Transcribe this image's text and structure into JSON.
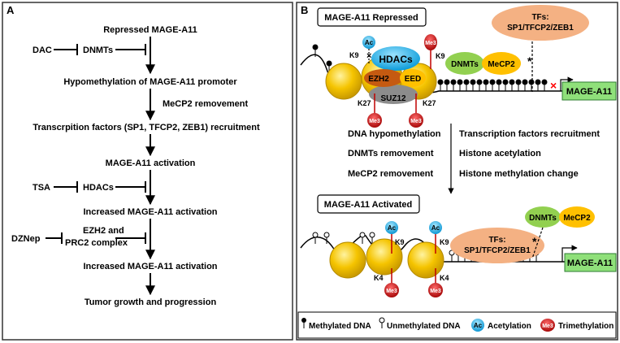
{
  "panel_a": {
    "label": "A",
    "steps": [
      "Repressed MAGE-A11",
      "Hypomethylation of  MAGE-A11 promoter",
      "Transcrpition factors (SP1, TFCP2, ZEB1) recruitment",
      "MAGE-A11 activation",
      "Increased MAGE-A11 activation",
      "Increased MAGE-A11 activation",
      "Tumor growth and progression"
    ],
    "side_labels": {
      "dac": "DAC",
      "dnmts": "DNMTs",
      "mecp2_removement": "MeCP2 removement",
      "tsa": "TSA",
      "hdacs": "HDACs",
      "dznep": "DZNep",
      "ezh2_line1": "EZH2 and",
      "ezh2_line2": "PRC2 complex"
    }
  },
  "panel_b": {
    "label": "B",
    "repressed_title": "MAGE-A11 Repressed",
    "activated_title": "MAGE-A11 Activated",
    "tfs_line1": "TFs:",
    "tfs_line2": "SP1/TFCP2/ZEB1",
    "gene": "MAGE-A11",
    "hdacs": "HDACs",
    "ezh2": "EZH2",
    "eed": "EED",
    "suz12": "SUZ12",
    "dnmts": "DNMTs",
    "mecp2": "MeCP2",
    "ac": "Ac",
    "me3": "Me3",
    "k9": "K9",
    "k27": "K27",
    "k4": "K4",
    "changes_left": [
      "DNA hypomethylation",
      "DNMTs removement",
      "MeCP2 removement"
    ],
    "changes_right": [
      "Transcription factors recruitment",
      "Histone acetylation",
      "Histone methylation change"
    ],
    "legend": {
      "methylated": "Methylated DNA",
      "unmethylated": "Unmethylated DNA",
      "acetylation": "Acetylation",
      "trimethylation": "Trimethylation"
    }
  },
  "colors": {
    "nucleosome": "#f5c400",
    "gene_box": "#8fe07a",
    "tf_oval": "#f4b183",
    "hdac": "#00b0f0",
    "ezh2": "#c55a11",
    "eed": "#ffc000",
    "suz12": "#8c8c8c",
    "dnmts": "#92d050",
    "mecp2": "#ffc000",
    "me3": "#c00000",
    "ac": "#00b0f0",
    "x_mark": "#ff0000"
  }
}
